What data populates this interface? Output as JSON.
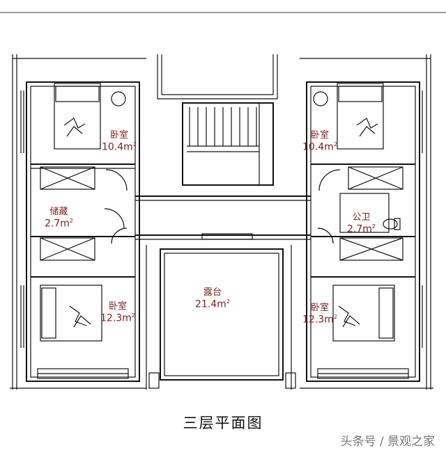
{
  "caption": "三层平面图",
  "watermark": "头条号 / 景观之家",
  "rooms": [
    {
      "name": "卧室",
      "area": "10.4m",
      "sup": "2"
    },
    {
      "name": "卧室",
      "area": "10.4m",
      "sup": "2"
    },
    {
      "name": "储藏",
      "area": "2.7m",
      "sup": "2"
    },
    {
      "name": "公卫",
      "area": "2.7m",
      "sup": "2"
    },
    {
      "name": "露台",
      "area": "21.4m",
      "sup": "2"
    },
    {
      "name": "卧室",
      "area": "12.3m",
      "sup": "2"
    },
    {
      "name": "卧室",
      "area": "12.3m",
      "sup": "2"
    }
  ]
}
